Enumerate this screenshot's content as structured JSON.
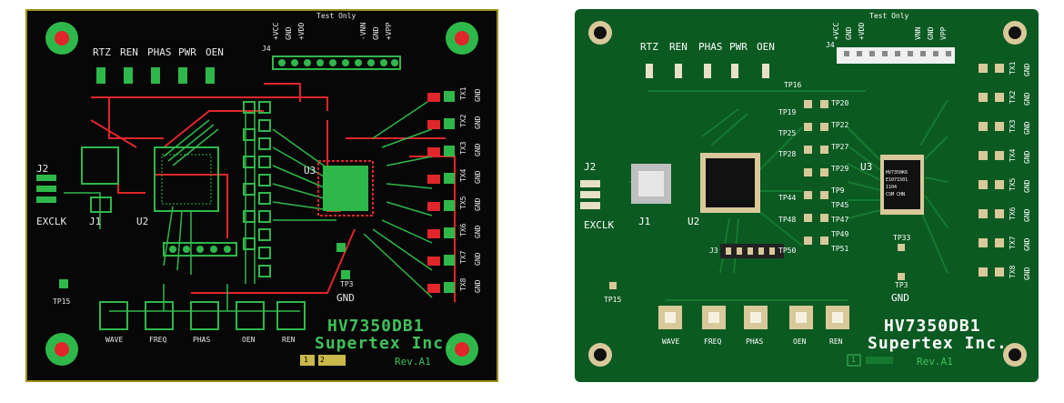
{
  "boards": {
    "left": {
      "header_labels": [
        "RTZ",
        "REN",
        "PHAS",
        "PWR",
        "OEN"
      ],
      "connector_labels": [
        "+VCC",
        "GND",
        "+VDD",
        "-VNN",
        "GND",
        "+VPP"
      ],
      "test_only": "Test Only",
      "j4": "J4",
      "j2": "J2",
      "j1": "J1",
      "exclk": "EXCLK",
      "u2": "U2",
      "u3": "U3",
      "tp15": "TP15",
      "tp3": "TP3",
      "gnd_mid": "GND",
      "switch_labels": [
        "WAVE",
        "FREQ",
        "PHAS",
        "OEN",
        "REN"
      ],
      "right_labels": [
        "TX1",
        "GND",
        "TX2",
        "GND",
        "TX3",
        "GND",
        "TX4",
        "GND",
        "TX5",
        "GND",
        "TX6",
        "GND",
        "TX7",
        "GND",
        "TX8",
        "GND"
      ],
      "brand_line1": "HV7350DB1",
      "brand_line2": "Supertex Inc.",
      "rev": "Rev.A1",
      "layer_marks": [
        "1",
        "2"
      ]
    },
    "right": {
      "header_labels": [
        "RTZ",
        "REN",
        "PHAS",
        "PWR",
        "OEN"
      ],
      "connector_labels": [
        "+VCC",
        "GND",
        "+VDD",
        "VNN",
        "GND",
        "VPP"
      ],
      "test_only": "Test Only",
      "j4": "J4",
      "j2": "J2",
      "j1": "J1",
      "j3": "J3",
      "exclk": "EXCLK",
      "u2": "U2",
      "u3": "U3",
      "tp15": "TP15",
      "tp3": "TP3",
      "tp33": "TP33",
      "gnd_mid": "GND",
      "switch_labels": [
        "WAVE",
        "FREQ",
        "PHAS",
        "OEN",
        "REN"
      ],
      "tp_column": [
        "TP16",
        "TP19",
        "TP25",
        "TP27",
        "TP28",
        "TP29",
        "TP9",
        "TP45",
        "TP44",
        "TP47",
        "TP48",
        "TP49",
        "TP50",
        "TP51"
      ],
      "tp_column2": [
        "TP20",
        "TP22",
        "TP27",
        "TP29",
        "TP9",
        "TP45",
        "TP47",
        "TP49",
        "TP51"
      ],
      "chip_text": [
        "HV7350K6",
        "E1071501",
        "1104",
        "CSM CHN"
      ],
      "right_labels": [
        "TX1",
        "GND",
        "TX2",
        "GND",
        "TX3",
        "GND",
        "TX4",
        "GND",
        "TX5",
        "GND",
        "TX6",
        "GND",
        "TX7",
        "GND",
        "TX8",
        "GND"
      ],
      "brand_line1": "HV7350DB1",
      "brand_line2": "Supertex Inc.",
      "rev": "Rev.A1",
      "layer_marks": [
        "1"
      ]
    }
  },
  "colors": {
    "left_bg": "#070707",
    "left_trace_green": "#2fb84a",
    "left_trace_red": "#e0262b",
    "right_bg": "#0b5a22",
    "right_trace": "#157a30",
    "pad_gold": "#d9c99a",
    "silk": "#ffffff",
    "brand_green": "#3fc25a"
  }
}
